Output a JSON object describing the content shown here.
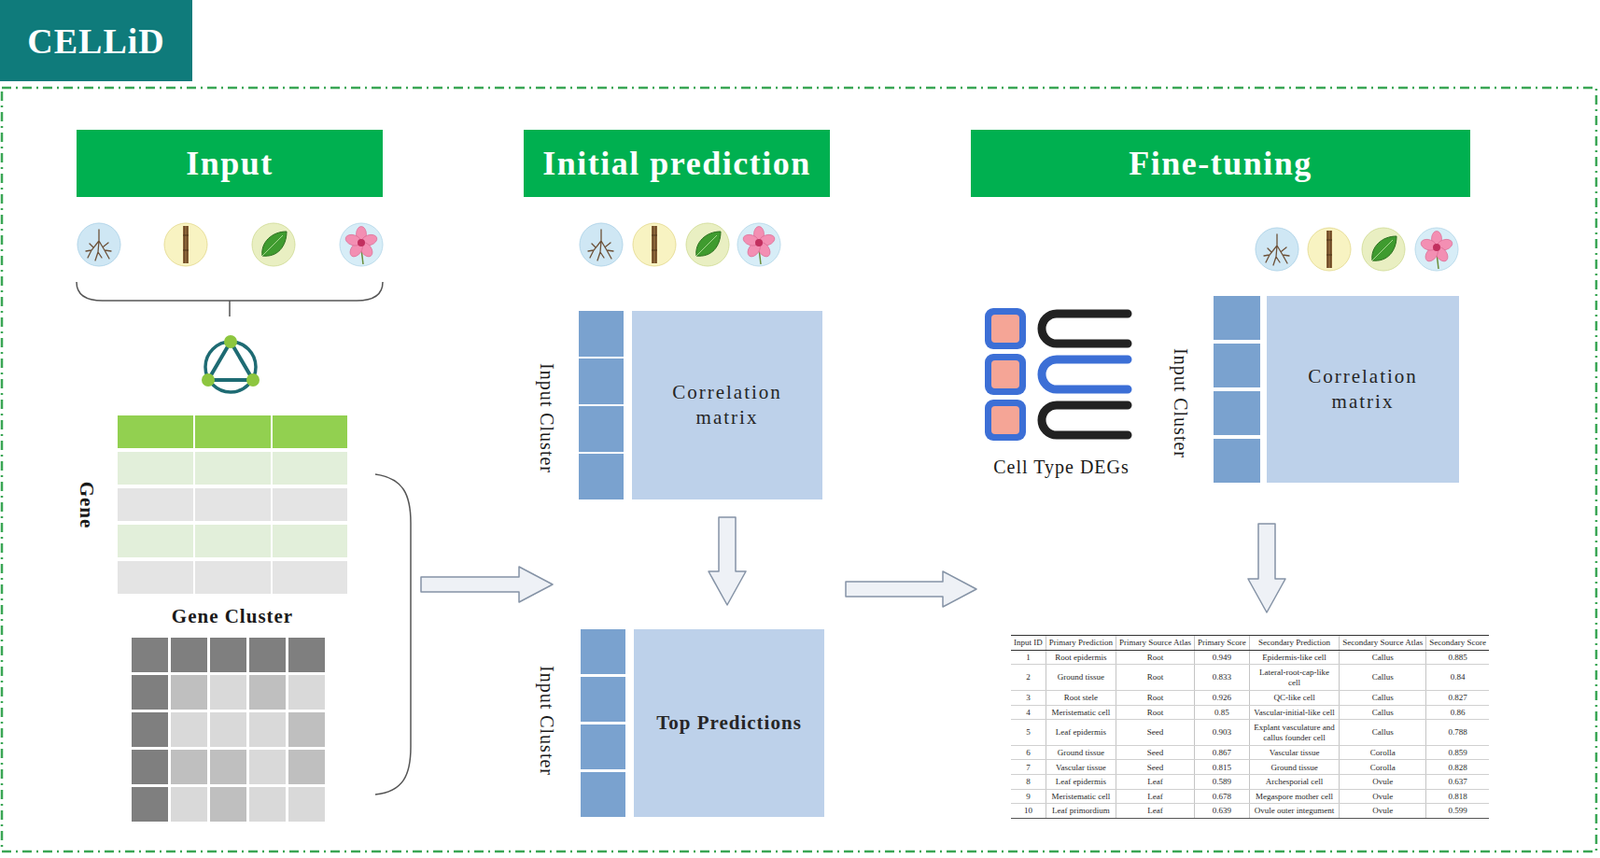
{
  "diagram": {
    "title": "CELLiD",
    "nodes": [
      {
        "text": [
          "Input"
        ]
      },
      {
        "text": [
          "Initial prediction"
        ]
      },
      {
        "text": [
          "Correlation matrix"
        ]
      },
      {
        "text": [
          "Top Predictions"
        ]
      },
      {
        "text": [
          "Fine-tuning"
        ]
      },
      {
        "text": [
          "Correlation matrix"
        ]
      }
    ],
    "edges": [
      {
        "from": 2,
        "to": 3,
        "arrow": "to"
      }
    ],
    "labels": [
      "Gene",
      "Gene Cluster",
      "Input Cluster",
      "Input Cluster",
      "Cell Type DEGs",
      "Input Cluster",
      "Input ID",
      "Primary Prediction",
      "Primary Source Atlas",
      "Primary Score",
      "Secondary Prediction",
      "Secondary Source Atlas",
      "Secondary Score",
      "1",
      "Root epidermis",
      "Root",
      "0.949",
      "Epidermis-like cell",
      "Callus",
      "0.885",
      "2",
      "Ground tissue",
      "Root",
      "0.833",
      "Lateral-root-cap-like cell",
      "Callus",
      "0.84",
      "3",
      "Root stele",
      "Root",
      "0.926",
      "QC-like cell",
      "Callus",
      "0.827",
      "4",
      "Meristematic cell",
      "Root",
      "0.85",
      "Vascular-initial-like cell",
      "Callus",
      "0.86",
      "5",
      "Leaf epidermis",
      "Seed",
      "0.903",
      "Explant vasculature and callus founder cell",
      "Callus",
      "0.788",
      "6",
      "Ground tissue",
      "Seed",
      "0.867",
      "Vascular tissue",
      "Corolla",
      "0.859",
      "7",
      "Vascular tissue",
      "Seed",
      "0.815",
      "Ground tissue",
      "Corolla",
      "0.828",
      "8",
      "Leaf epidermis",
      "Leaf",
      "0.589",
      "Archesporial cell",
      "Ovule",
      "0.637",
      "9",
      "Meristematic cell",
      "Leaf",
      "0.678",
      "Megaspore mother cell",
      "Ovule",
      "0.818",
      "10",
      "Leaf primordium",
      "Leaf",
      "0.639",
      "Ovule outer integument",
      "Ovule",
      "0.599"
    ]
  }
}
